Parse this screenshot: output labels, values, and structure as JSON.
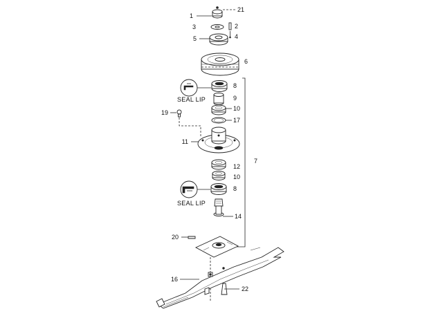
{
  "callouts": [
    {
      "id": "c1",
      "text": "1"
    },
    {
      "id": "c21",
      "text": "21"
    },
    {
      "id": "c3",
      "text": "3"
    },
    {
      "id": "c2",
      "text": "2"
    },
    {
      "id": "c5",
      "text": "5"
    },
    {
      "id": "c4",
      "text": "4"
    },
    {
      "id": "c6",
      "text": "6"
    },
    {
      "id": "c8a",
      "text": "8"
    },
    {
      "id": "c9",
      "text": "9"
    },
    {
      "id": "c10a",
      "text": "10"
    },
    {
      "id": "c19",
      "text": "19"
    },
    {
      "id": "c17",
      "text": "17"
    },
    {
      "id": "c11",
      "text": "11"
    },
    {
      "id": "c7",
      "text": "7"
    },
    {
      "id": "c12",
      "text": "12"
    },
    {
      "id": "c10b",
      "text": "10"
    },
    {
      "id": "c8b",
      "text": "8"
    },
    {
      "id": "c14",
      "text": "14"
    },
    {
      "id": "c20",
      "text": "20"
    },
    {
      "id": "c16",
      "text": "16"
    },
    {
      "id": "c22",
      "text": "22"
    }
  ],
  "seal_labels": {
    "upper": "SEAL LIP",
    "lower": "SEAL LIP"
  }
}
